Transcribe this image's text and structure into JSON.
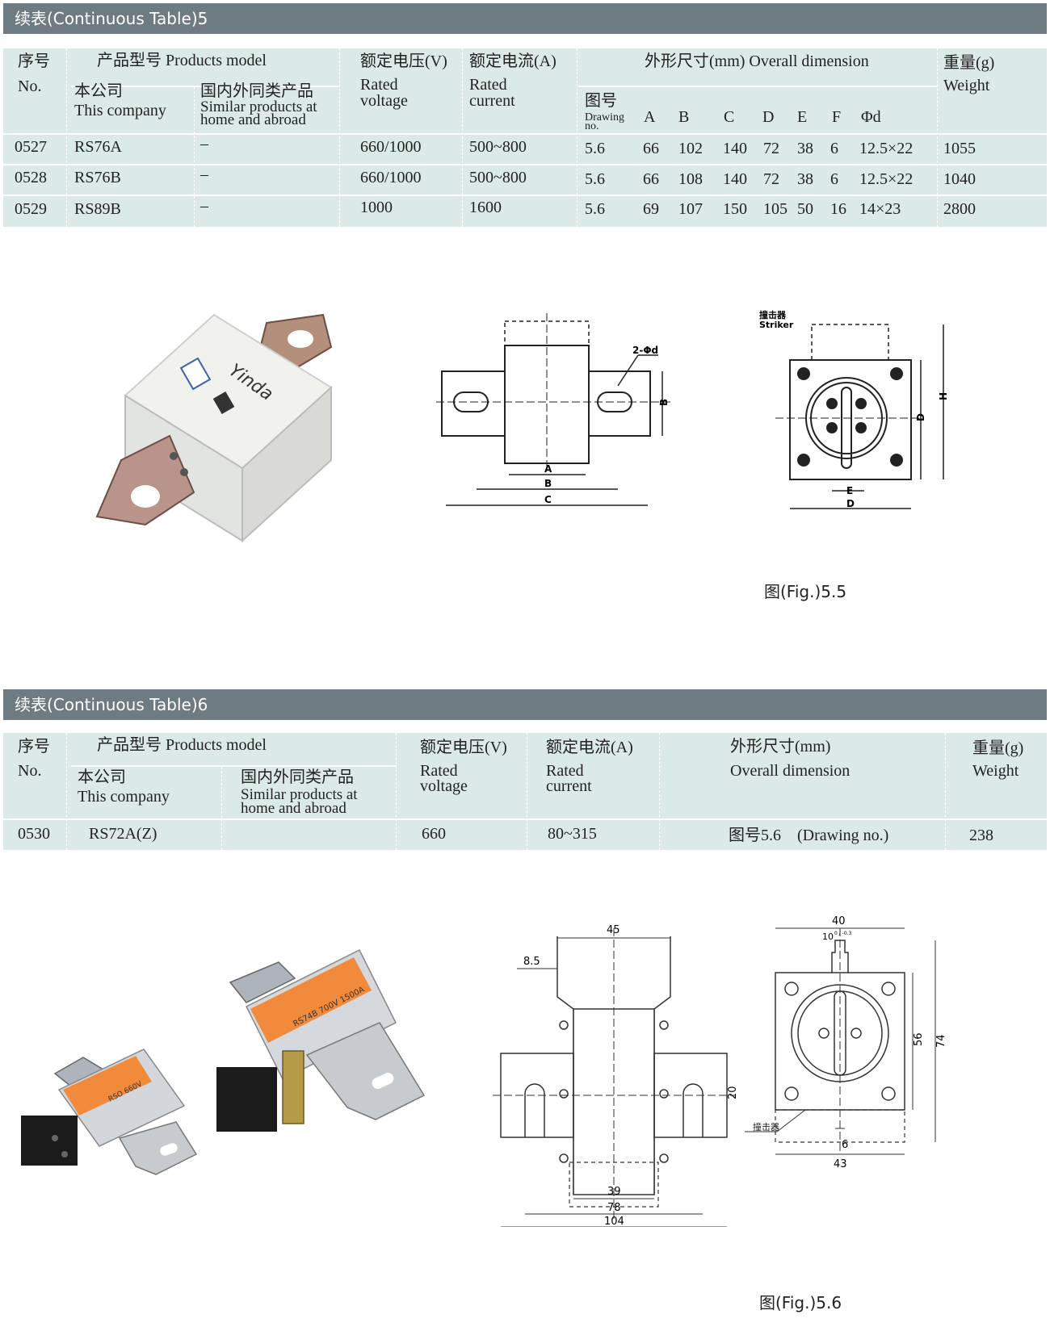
{
  "table5": {
    "title": "续表(Continuous Table)5",
    "headers": {
      "no_cn": "序号",
      "no_en": "No.",
      "model": "产品型号 Products model",
      "company_cn": "本公司",
      "company_en": "This company",
      "similar_cn": "国内外同类产品",
      "similar_en1": "Similar products at",
      "similar_en2": "home and abroad",
      "voltage_cn": "额定电压(V)",
      "voltage_en1": "Rated",
      "voltage_en2": "voltage",
      "current_cn": "额定电流(A)",
      "current_en1": "Rated",
      "current_en2": "current",
      "dimension": "外形尺寸(mm) Overall dimension",
      "drawing_cn": "图号",
      "drawing_en1": "Drawing",
      "drawing_en2": "no.",
      "A": "A",
      "B": "B",
      "C": "C",
      "D": "D",
      "E": "E",
      "F": "F",
      "phi": "Φd",
      "weight_cn": "重量(g)",
      "weight_en": "Weight"
    },
    "rows": [
      {
        "no": "0527",
        "model": "RS76A",
        "similar": "–",
        "voltage": "660/1000",
        "current": "500~800",
        "drawing": "5.6",
        "A": "66",
        "B": "102",
        "C": "140",
        "D": "72",
        "E": "38",
        "F": "6",
        "phi": "12.5×22",
        "weight": "1055"
      },
      {
        "no": "0528",
        "model": "RS76B",
        "similar": "–",
        "voltage": "660/1000",
        "current": "500~800",
        "drawing": "5.6",
        "A": "66",
        "B": "108",
        "C": "140",
        "D": "72",
        "E": "38",
        "F": "6",
        "phi": "12.5×22",
        "weight": "1040"
      },
      {
        "no": "0529",
        "model": "RS89B",
        "similar": "–",
        "voltage": "1000",
        "current": "1600",
        "drawing": "5.6",
        "A": "69",
        "B": "107",
        "C": "150",
        "D": "105",
        "E": "50",
        "F": "16",
        "phi": "14×23",
        "weight": "2800"
      }
    ]
  },
  "fig55": {
    "caption": "图(Fig.)5.5",
    "logo": "Yinda",
    "labels": {
      "hole": "2-Φd",
      "A": "A",
      "B": "B",
      "C": "C",
      "B_side": "B",
      "striker_cn": "撞击器",
      "striker_en": "Striker",
      "H": "H",
      "D_side": "D",
      "E": "E",
      "D_bottom": "D"
    }
  },
  "table6": {
    "title": "续表(Continuous Table)6",
    "headers": {
      "no_cn": "序号",
      "no_en": "No.",
      "model": "产品型号 Products model",
      "company_cn": "本公司",
      "company_en": "This company",
      "similar_cn": "国内外同类产品",
      "similar_en1": "Similar products at",
      "similar_en2": "home and abroad",
      "voltage_cn": "额定电压(V)",
      "voltage_en1": "Rated",
      "voltage_en2": "voltage",
      "current_cn": "额定电流(A)",
      "current_en1": "Rated",
      "current_en2": "current",
      "dimension_cn": "外形尺寸(mm)",
      "dimension_en": "Overall dimension",
      "weight_cn": "重量(g)",
      "weight_en": "Weight"
    },
    "row": {
      "no": "0530",
      "model": "RS72A(Z)",
      "voltage": "660",
      "current": "80~315",
      "drawing": "图号5.6　(Drawing no.)",
      "weight": "238"
    }
  },
  "fig56": {
    "caption": "图(Fig.)5.6",
    "label_left1": "RSO 660V",
    "label_right1": "RS74B 700V 1500A",
    "dims_front": {
      "top": "45",
      "left": "8.5",
      "side": "20",
      "d39": "39",
      "d78": "78",
      "d104": "104"
    },
    "dims_side": {
      "top": "40",
      "tab": "10",
      "tab_tol": "0 / -0.3",
      "d56": "56",
      "d74": "74",
      "d6": "6",
      "d43": "43",
      "striker": "撞击器"
    }
  }
}
